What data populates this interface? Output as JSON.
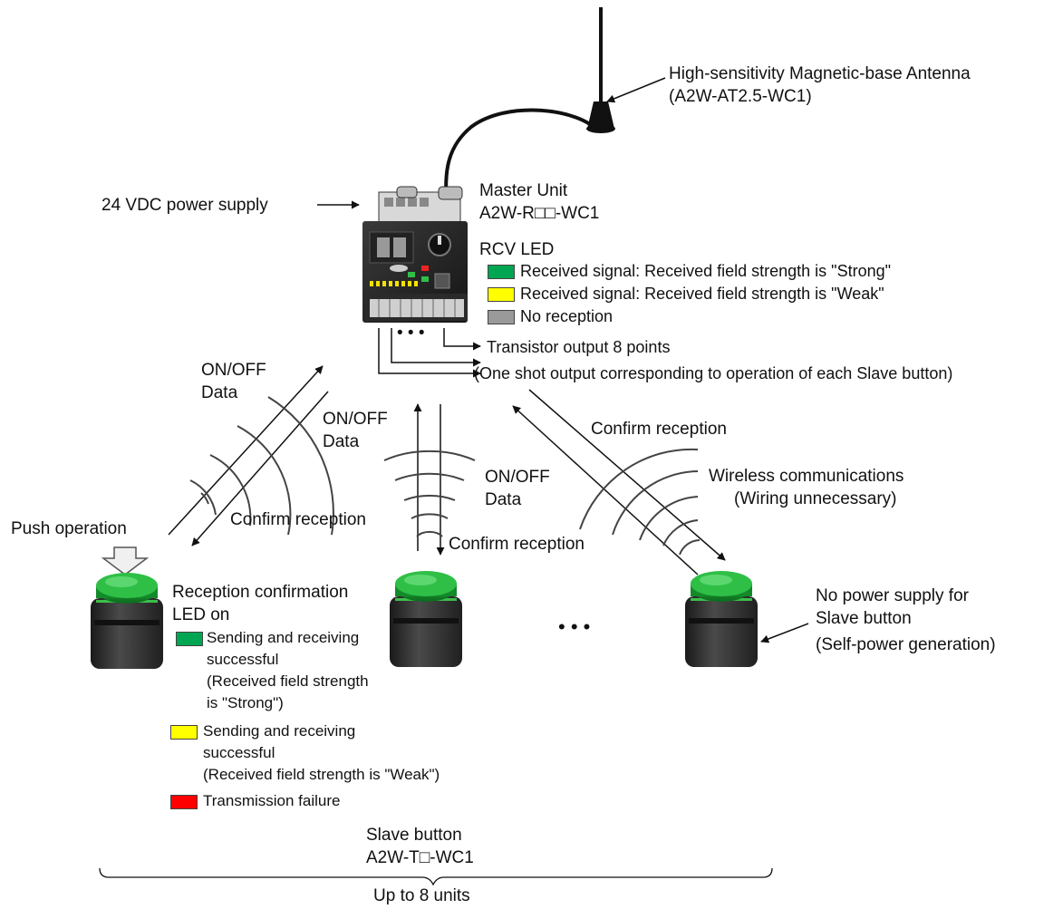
{
  "antenna": {
    "title": "High-sensitivity Magnetic-base Antenna",
    "model": "(A2W-AT2.5-WC1)"
  },
  "power_supply_label": "24 VDC power supply",
  "master": {
    "title": "Master Unit",
    "model": "A2W-R□□-WC1",
    "rcv_led_title": "RCV LED",
    "led_items": [
      {
        "color": "#00a651",
        "label": "Received signal: Received field strength is \"Strong\""
      },
      {
        "color": "#ffff00",
        "label": "Received signal: Received field strength is \"Weak\""
      },
      {
        "color": "#9a9a9a",
        "label": "No reception"
      }
    ],
    "output_line1": "Transistor output 8 points",
    "output_line2": "(One shot output corresponding to operation of each Slave button)",
    "ellipsis": "• • •"
  },
  "comm": {
    "onoff_data_1": [
      "ON/OFF",
      "Data"
    ],
    "onoff_data_2": [
      "ON/OFF",
      "Data"
    ],
    "onoff_data_3": [
      "ON/OFF",
      "Data"
    ],
    "confirm_1": "Confirm reception",
    "confirm_2": "Confirm reception",
    "confirm_3": "Confirm reception",
    "wireless": [
      "Wireless communications",
      "(Wiring unnecessary)"
    ]
  },
  "push_operation": "Push operation",
  "reception_led": {
    "title_lines": [
      "Reception confirmation",
      "LED on"
    ],
    "items": [
      {
        "color": "#00a651",
        "lines": [
          "Sending and receiving",
          "successful",
          "(Received field strength",
          "is \"Strong\")"
        ]
      },
      {
        "color": "#ffff00",
        "lines": [
          "Sending and receiving",
          "successful",
          "(Received field strength is \"Weak\")"
        ]
      },
      {
        "color": "#ff0000",
        "lines": [
          "Transmission failure"
        ]
      }
    ]
  },
  "no_power": [
    "No power supply for",
    "Slave button",
    "(Self-power generation)"
  ],
  "slaves_ellipsis": "• • •",
  "slave": {
    "title": "Slave button",
    "model": "A2W-T□-WC1",
    "count": "Up to 8 units"
  }
}
